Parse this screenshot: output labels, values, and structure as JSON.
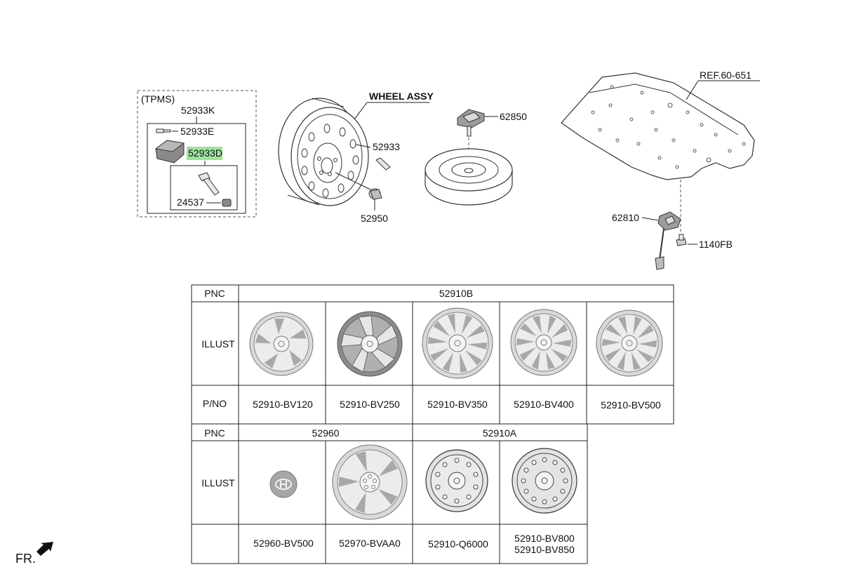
{
  "labels": {
    "tpms": "(TPMS)",
    "p52933K": "52933K",
    "p52933E": "52933E",
    "p52933D": "52933D",
    "p24537": "24537",
    "wheel_assy": "WHEEL ASSY",
    "p52933": "52933",
    "p52950": "52950",
    "p62850": "62850",
    "ref": "REF.60-651",
    "p62810": "62810",
    "p1140FB": "1140FB",
    "fr": "FR."
  },
  "highlight_color": "#9de39d",
  "table1": {
    "pnc_label": "PNC",
    "pnc_value": "52910B",
    "illust_label": "ILLUST",
    "pno_label": "P/NO",
    "parts": [
      "52910-BV120",
      "52910-BV250",
      "52910-BV350",
      "52910-BV400",
      "52910-BV500"
    ]
  },
  "table2": {
    "pnc_label": "PNC",
    "pnc_a": "52960",
    "pnc_b": "52910A",
    "illust_label": "ILLUST",
    "parts": [
      "52960-BV500",
      "52970-BVAA0",
      "52910-Q6000"
    ],
    "last_part_line1": "52910-BV800",
    "last_part_line2": "52910-BV850"
  }
}
